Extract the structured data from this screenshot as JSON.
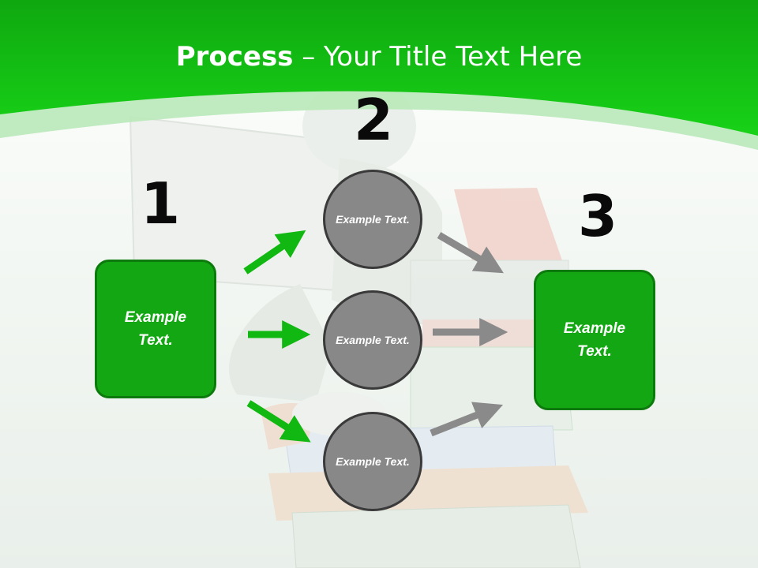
{
  "title": {
    "bold": "Process",
    "rest": " – Your Title Text Here"
  },
  "steps": [
    {
      "number": "1"
    },
    {
      "number": "2"
    },
    {
      "number": "3"
    }
  ],
  "boxes": [
    {
      "text": "Example Text."
    },
    {
      "text": "Example Text."
    }
  ],
  "circles": [
    {
      "text": "Example Text."
    },
    {
      "text": "Example Text."
    },
    {
      "text": "Example Text."
    }
  ],
  "colors": {
    "header_green": "#12c812",
    "box_green": "#13a813",
    "box_border": "#0d7a0d",
    "circle_gray": "#888888",
    "arrow_green": "#12b812",
    "arrow_gray": "#8a8a8a"
  }
}
